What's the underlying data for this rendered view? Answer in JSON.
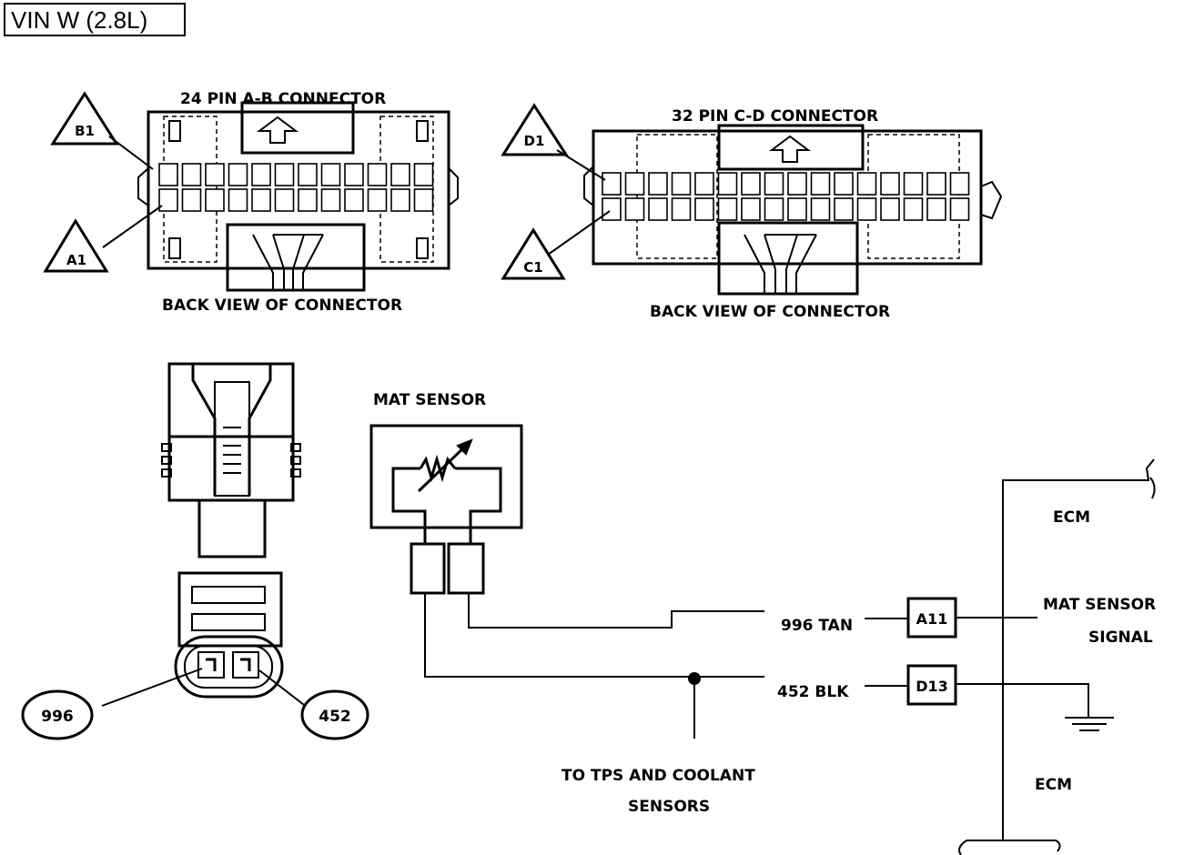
{
  "title": "VIN W (2.8L)",
  "connector_ab": {
    "title": "24 PIN A-B CONNECTOR",
    "caption": "BACK VIEW OF CONNECTOR",
    "pin_top": "B1",
    "pin_bottom": "A1"
  },
  "connector_cd": {
    "title": "32 PIN C-D CONNECTOR",
    "caption": "BACK VIEW OF CONNECTOR",
    "pin_top": "D1",
    "pin_bottom": "C1"
  },
  "sensor": {
    "title": "MAT SENSOR",
    "wire_left": "996",
    "wire_right": "452"
  },
  "wires": {
    "tan": "996 TAN",
    "blk": "452 BLK"
  },
  "splice_note": {
    "line1": "TO TPS AND COOLANT",
    "line2": "SENSORS"
  },
  "ecm": {
    "label_top": "ECM",
    "label_bottom": "ECM",
    "pin_signal": "A11",
    "pin_ground": "D13",
    "signal_line1": "MAT SENSOR",
    "signal_line2": "SIGNAL"
  }
}
